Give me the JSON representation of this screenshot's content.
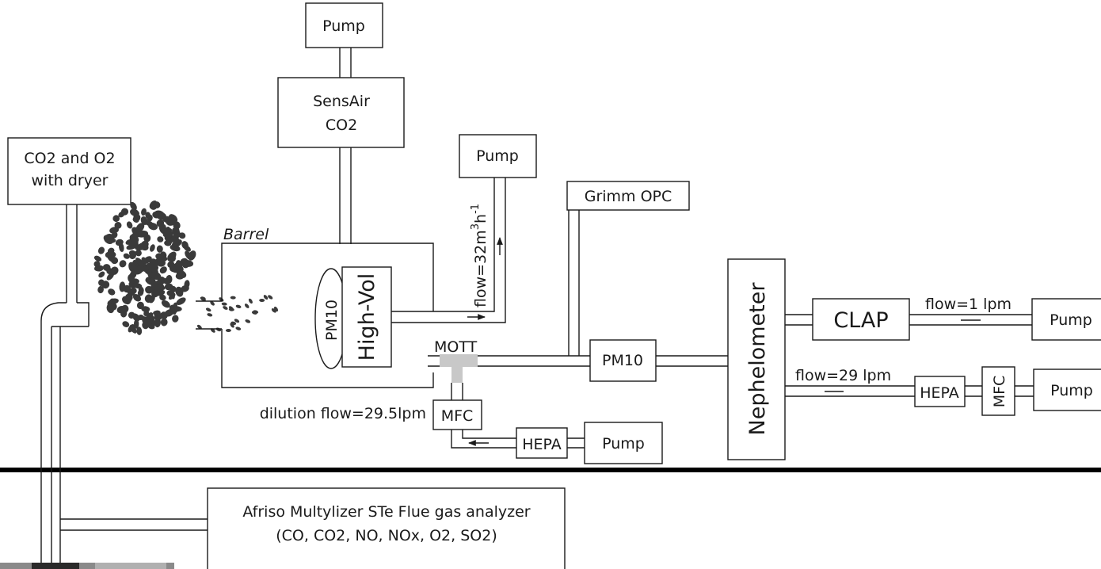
{
  "labels": {
    "pump_top": "Pump",
    "sensair": "SensAir",
    "sensair_co2": "CO2",
    "co2_o2": "CO2 and O2",
    "with_dryer": "with dryer",
    "pump_highvol": "Pump",
    "flow_highvol": "flow=32m",
    "flow_highvol_sup1": "3",
    "flow_highvol_mid": "h",
    "flow_highvol_sup2": "-1",
    "grimm_opc": "Grimm OPC",
    "barrel": "Barrel",
    "pm10_inlet": "PM10",
    "high_vol": "High-Vol",
    "mott": "MOTT",
    "pm10_cyclone": "PM10",
    "nephelometer": "Nephelometer",
    "clap": "CLAP",
    "flow_clap": "flow=1 lpm",
    "pump_clap": "Pump",
    "flow_neph": "flow=29 lpm",
    "hepa_neph": "HEPA",
    "mfc_neph": "MFC",
    "pump_neph": "Pump",
    "dilution_flow": "dilution flow=29.5lpm",
    "mfc_dilution": "MFC",
    "hepa_dilution": "HEPA",
    "pump_dilution": "Pump",
    "analyzer_line1": "Afriso Multylizer STe Flue gas analyzer",
    "analyzer_line2": "(CO, CO2, NO, NOx, O2, SO2)"
  },
  "colors": {
    "line": "#1a1a1a",
    "particles": "#3a3a3a",
    "mott_fitting": "#c8c8c8"
  }
}
